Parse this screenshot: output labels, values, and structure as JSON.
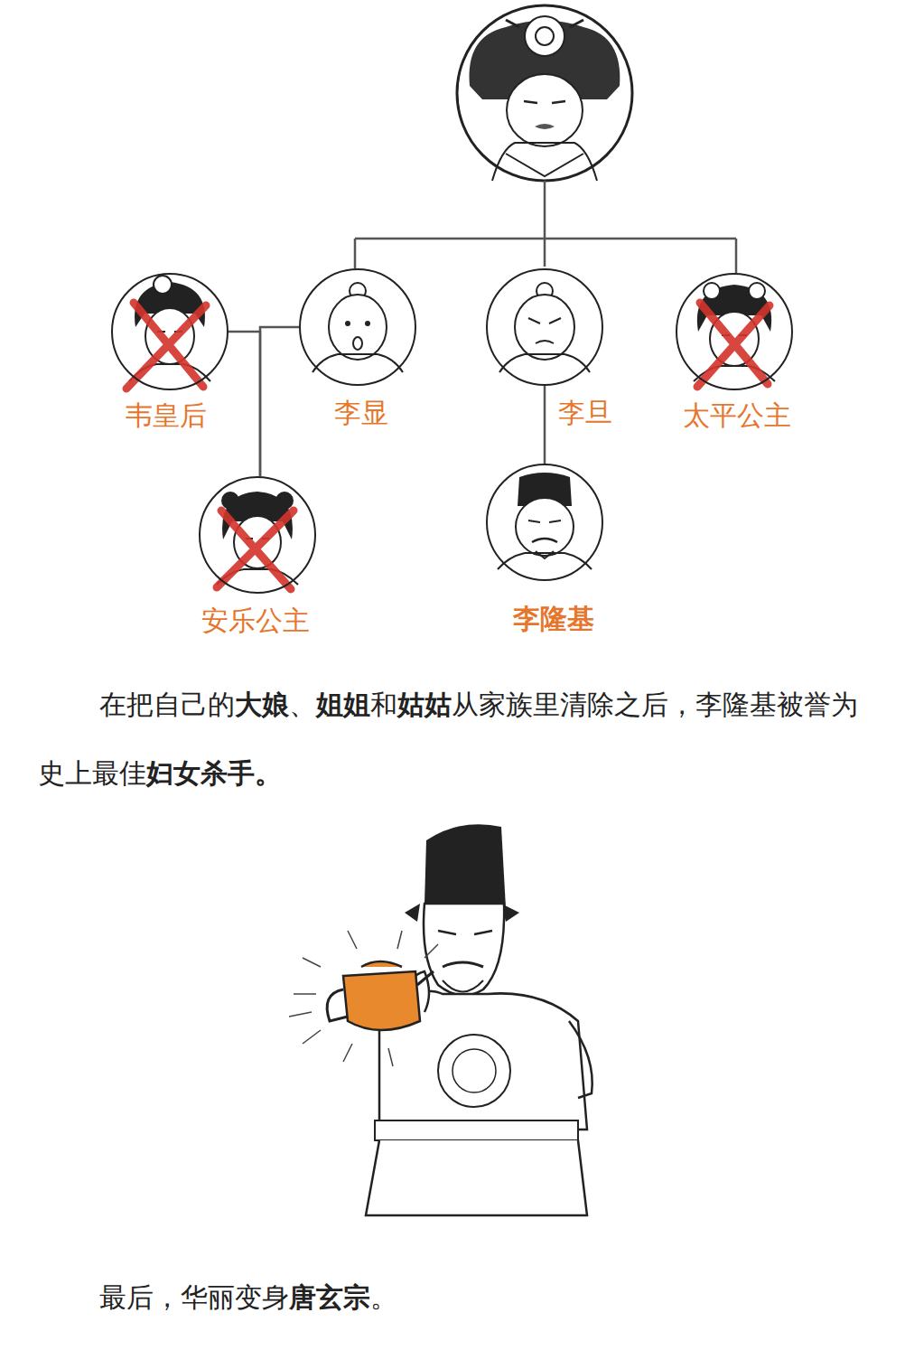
{
  "diagram": {
    "nodes": [
      {
        "text": [
          "韦皇后"
        ]
      },
      {
        "text": [
          "李显"
        ]
      },
      {
        "text": [
          "李旦"
        ]
      },
      {
        "text": [
          "太平公主"
        ]
      },
      {
        "text": [
          "安乐公主"
        ]
      },
      {
        "text": [
          "李隆基"
        ]
      }
    ],
    "edges": [
      {
        "from": 0,
        "to": 4,
        "arrow": "none"
      },
      {
        "from": 1,
        "to": 4,
        "arrow": "none"
      },
      {
        "from": 2,
        "to": 5,
        "arrow": "none"
      }
    ],
    "labels": [
      "在把自己的",
      "大娘",
      "、",
      "姐姐",
      "和",
      "姑姑",
      "从家族里清除之后，李隆基被誉为史上最佳",
      "妇女杀手。",
      "最后，华丽变身",
      "唐玄宗",
      "。"
    ]
  }
}
